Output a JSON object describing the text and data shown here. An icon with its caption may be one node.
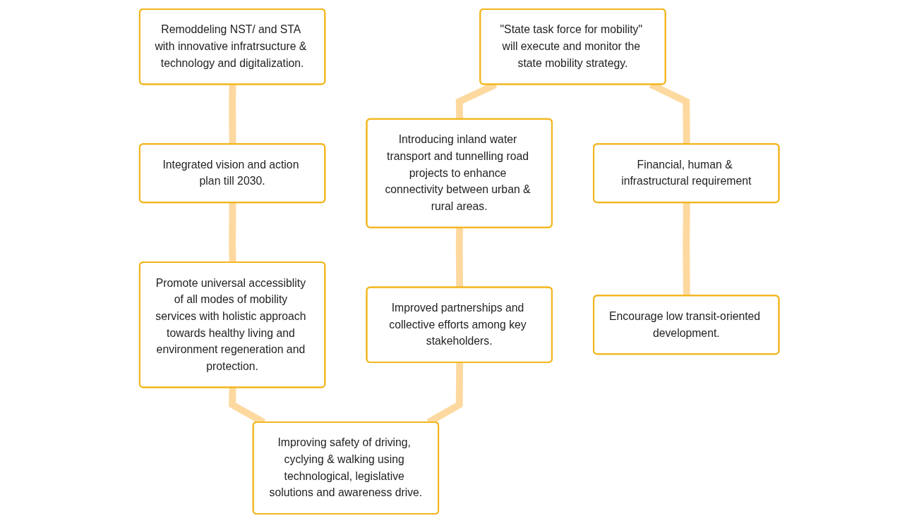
{
  "diagram": {
    "nodes": [
      {
        "text": [
          "Remoddeling NST/ and STA with innovative infratrsucture & technology and digitalization."
        ]
      },
      {
        "text": [
          "Integrated vision and action plan till 2030."
        ]
      },
      {
        "text": [
          "Promote universal accessiblity of all modes of mobility services with holistic approach towards healthy living and environment regeneration and protection."
        ]
      },
      {
        "text": [
          "Improving safety of driving, cyclying & walking using technological, legislative solutions and awareness drive."
        ]
      },
      {
        "text": [
          "Improved partnerships and collective efforts among key stakeholders."
        ]
      },
      {
        "text": [
          "Introducing inland water transport and tunnelling road projects to enhance connectivity between urban & rural areas."
        ]
      },
      {
        "text": [
          "\"State task force for mobility\" will execute and monitor the state mobility strategy."
        ]
      },
      {
        "text": [
          "Financial, human & infrastructural requirement"
        ]
      },
      {
        "text": [
          "Encourage low transit-oriented development."
        ]
      }
    ],
    "edges": [
      {
        "from": 0,
        "to": 1,
        "arrow": "none"
      },
      {
        "from": 1,
        "to": 2,
        "arrow": "none"
      },
      {
        "from": 2,
        "to": 3,
        "arrow": "none"
      },
      {
        "from": 4,
        "to": 3,
        "arrow": "none"
      },
      {
        "from": 5,
        "to": 4,
        "arrow": "none"
      },
      {
        "from": 6,
        "to": 5,
        "arrow": "none"
      },
      {
        "from": 6,
        "to": 7,
        "arrow": "none"
      },
      {
        "from": 7,
        "to": 8,
        "arrow": "none"
      }
    ]
  }
}
